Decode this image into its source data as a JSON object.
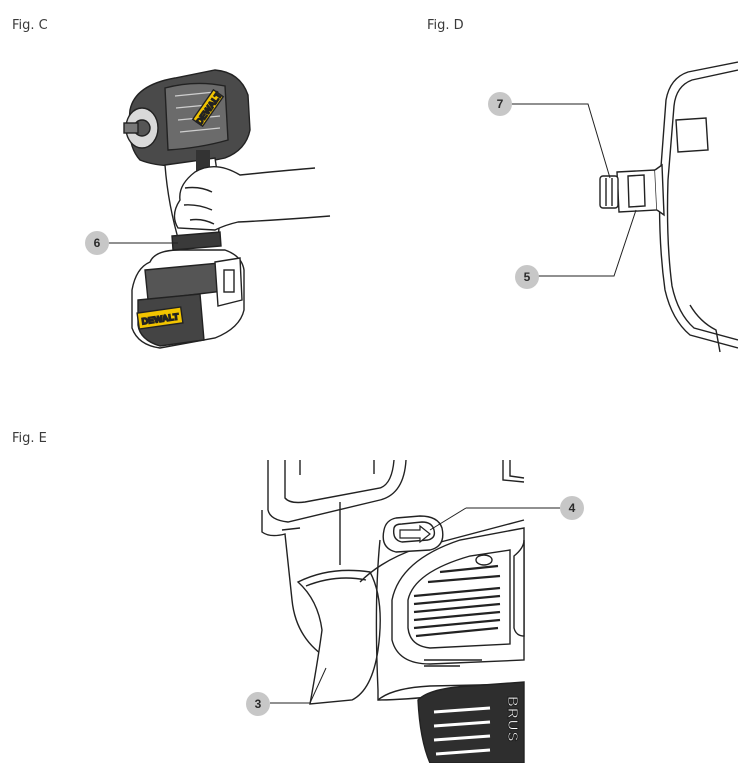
{
  "figures": {
    "c": {
      "label": "Fig. C",
      "callouts": [
        "6"
      ],
      "brand_text": [
        "DEWALT",
        "DEWALT"
      ]
    },
    "d": {
      "label": "Fig. D",
      "callouts": [
        "7",
        "5"
      ]
    },
    "e": {
      "label": "Fig. E",
      "callouts": [
        "4",
        "3"
      ],
      "side_text": "BRUS"
    }
  },
  "colors": {
    "callout_fill": "#c7c7c7",
    "line": "#222222",
    "tool_dark": "#3a3a3a",
    "badge_yellow": "#f2c400"
  }
}
